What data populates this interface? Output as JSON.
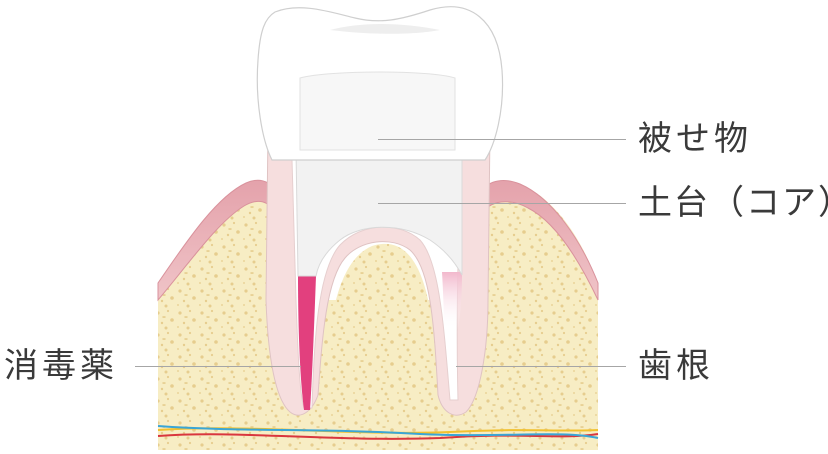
{
  "labels": {
    "crown": "被せ物",
    "core": "土台（コア）",
    "medicine": "消毒薬",
    "root": "歯根"
  },
  "colors": {
    "bone": "#f7edc4",
    "bone_specks": "#e6cd8e",
    "gum": "#eab5bb",
    "gum_edge": "#d9929c",
    "root_dentin": "#f6dede",
    "core": "#f2f2f2",
    "crown": "#ffffff",
    "medicine": "#e2407e",
    "canal_light": "#f6c9d8",
    "nerve_blue": "#3aa6d6",
    "nerve_red": "#d9363e",
    "nerve_yellow": "#f2c12e"
  }
}
